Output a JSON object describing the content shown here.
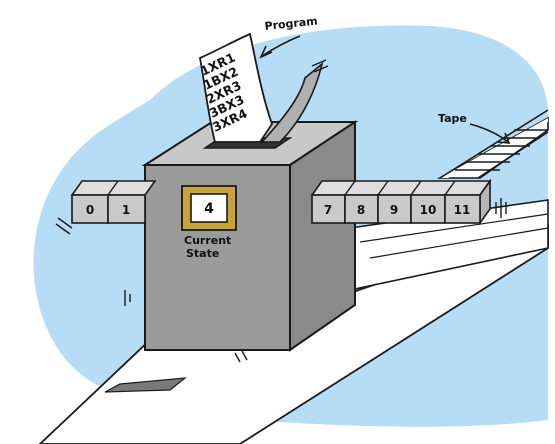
{
  "labels": {
    "program": "Program",
    "tape": "Tape",
    "current_state_line1": "Current",
    "current_state_line2": "State"
  },
  "program_lines": [
    "1XR1",
    "1BX2",
    "2XR3",
    "3BX3",
    "3XR4"
  ],
  "current_state": "4",
  "tape_left_cells": [
    "0",
    "1"
  ],
  "tape_right_cells": [
    "7",
    "8",
    "9",
    "10",
    "11"
  ],
  "colors": {
    "sky": "#b7dcf6",
    "box_front": "#9b9b9b",
    "box_top": "#c8c8c8",
    "box_side": "#8a8a8a",
    "tape_front": "#c9c9c9",
    "tape_top": "#dedede",
    "state_frame": "#c9a23a",
    "outline": "#1a1a1a"
  }
}
